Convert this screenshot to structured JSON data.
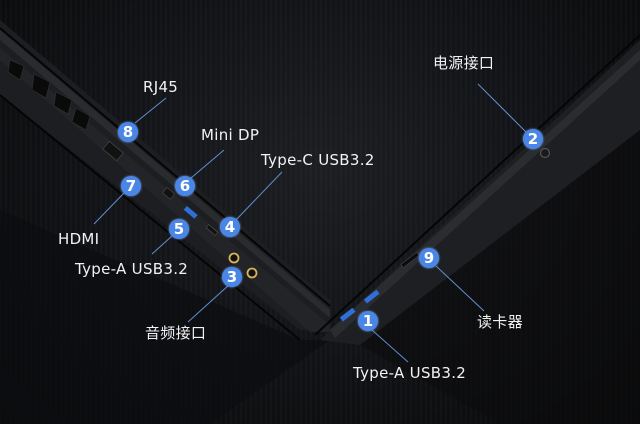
{
  "colors": {
    "badge": "#4a86e6",
    "leader_line": "#5f8fd0",
    "label_text": "#f2f2f2",
    "background": "#0f1012",
    "audio_jack_ring": "#d8b45a",
    "usb_port_blue": "#2f6fd8"
  },
  "callouts": [
    {
      "number": "1",
      "label": "Type-A USB3.2"
    },
    {
      "number": "2",
      "label": "电源接口"
    },
    {
      "number": "3",
      "label": "音频接口"
    },
    {
      "number": "4",
      "label": "Type-C USB3.2"
    },
    {
      "number": "5",
      "label": "Type-A USB3.2"
    },
    {
      "number": "6",
      "label": "Mini DP"
    },
    {
      "number": "7",
      "label": "HDMI"
    },
    {
      "number": "8",
      "label": "RJ45"
    },
    {
      "number": "9",
      "label": "读卡器"
    }
  ]
}
